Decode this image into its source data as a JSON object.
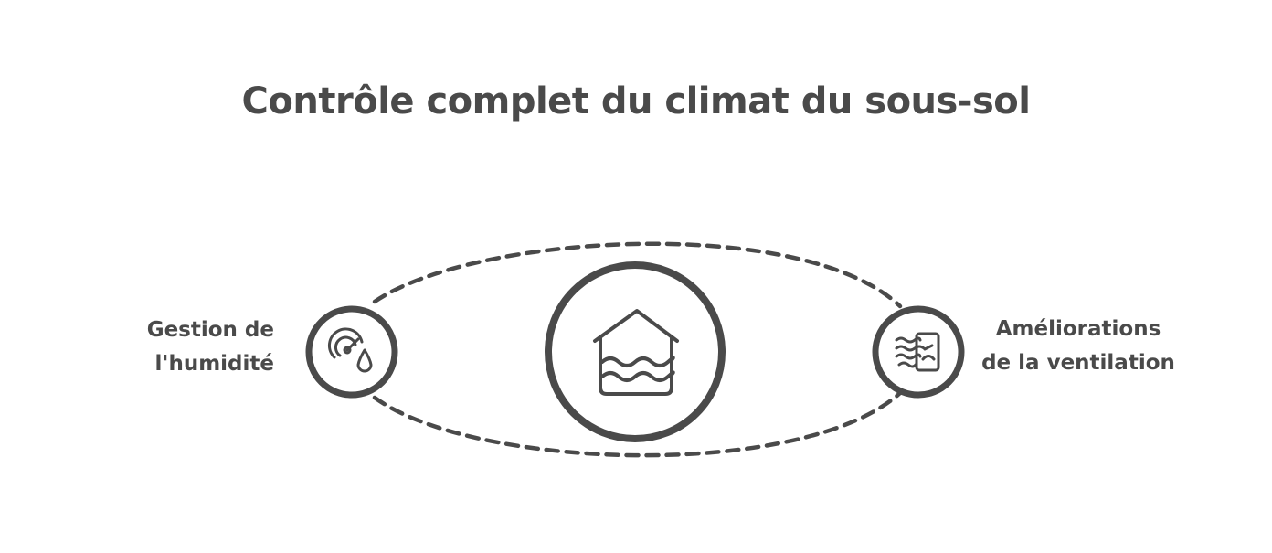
{
  "title": "Contrôle complet du climat du sous-sol",
  "nodes": {
    "center": {
      "icon": "flooded-house-icon"
    },
    "left": {
      "icon": "humidity-gauge-icon",
      "label_line1": "Gestion de",
      "label_line2": "l'humidité"
    },
    "right": {
      "icon": "ventilation-airflow-icon",
      "label_line1": "Améliorations",
      "label_line2": "de la ventilation"
    }
  },
  "colors": {
    "stroke": "#4a4a4a",
    "background": "#ffffff"
  }
}
